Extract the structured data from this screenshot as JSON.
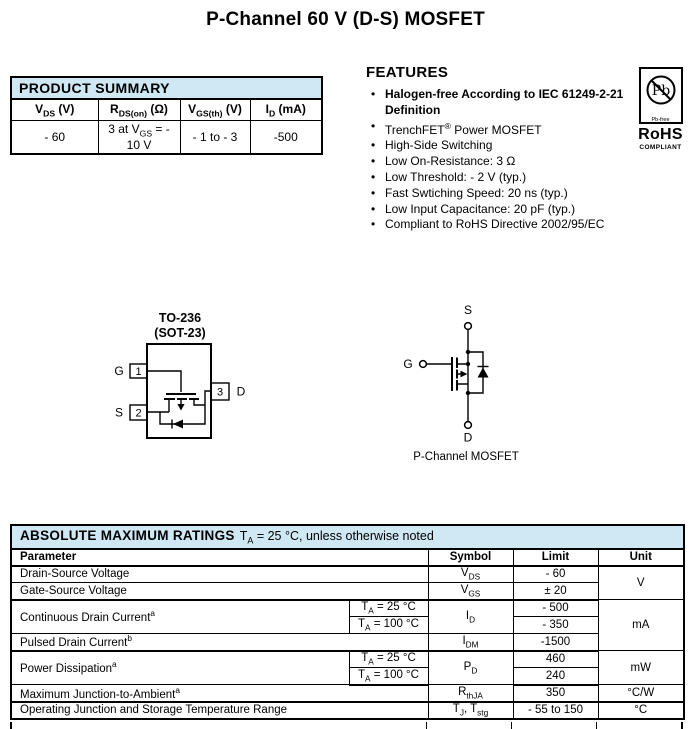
{
  "page": {
    "title": "P-Channel 60 V (D-S) MOSFET"
  },
  "colors": {
    "header_blue": "#cfe8f4",
    "border": "#000000",
    "text": "#000000"
  },
  "product_summary": {
    "title": "PRODUCT SUMMARY",
    "headers": [
      [
        {
          "t": "V",
          "b": true
        },
        {
          "sub": "DS",
          "b": true
        },
        {
          "t": " (V)",
          "b": true
        }
      ],
      [
        {
          "t": "R",
          "b": true
        },
        {
          "sub": "DS(on)",
          "b": true
        },
        {
          "t": " (Ω)",
          "b": true
        }
      ],
      [
        {
          "t": "V",
          "b": true
        },
        {
          "sub": "GS(th)",
          "b": true
        },
        {
          "t": " (V)",
          "b": true
        }
      ],
      [
        {
          "t": "I",
          "b": true
        },
        {
          "sub": "D",
          "b": true
        },
        {
          "t": " (mA)",
          "b": true
        }
      ]
    ],
    "values": [
      [
        {
          "t": "- 60"
        }
      ],
      [
        {
          "t": "3 at V"
        },
        {
          "sub": "GS"
        },
        {
          "t": " = - 10 V"
        }
      ],
      [
        {
          "t": "- 1 to - 3"
        }
      ],
      [
        {
          "t": "-500"
        }
      ]
    ]
  },
  "features": {
    "title": "FEATURES",
    "items": [
      {
        "segs": [
          {
            "t": "Halogen-free According to IEC 61249-2-21",
            "b": true
          },
          {
            "br": true
          },
          {
            "t": "Definition",
            "b": true
          }
        ]
      },
      {
        "segs": [
          {
            "t": "TrenchFET"
          },
          {
            "sup": "®"
          },
          {
            "t": " Power MOSFET"
          }
        ]
      },
      {
        "segs": [
          {
            "t": "High-Side Switching"
          }
        ]
      },
      {
        "segs": [
          {
            "t": "Low On-Resistance: 3 Ω"
          }
        ]
      },
      {
        "segs": [
          {
            "t": "Low Threshold: - 2 V (typ.)"
          }
        ]
      },
      {
        "segs": [
          {
            "t": "Fast Swtiching Speed: 20 ns (typ.)"
          }
        ]
      },
      {
        "segs": [
          {
            "t": "Low Input Capacitance: 20 pF (typ.)"
          }
        ]
      },
      {
        "segs": [
          {
            "t": "Compliant to RoHS Directive 2002/95/EC"
          }
        ]
      }
    ]
  },
  "badges": {
    "pb": "Pb",
    "pb_free": "Pb-free",
    "rohs": "RoHS",
    "compliant": "COMPLIANT"
  },
  "package": {
    "name_line1": "TO-236",
    "name_line2": "(SOT-23)",
    "pin1": "1",
    "pin2": "2",
    "pin3": "3",
    "gate": "G",
    "source": "S",
    "drain": "D"
  },
  "schematic": {
    "source": "S",
    "gate": "G",
    "drain": "D",
    "caption": "P-Channel MOSFET"
  },
  "abs_max": {
    "title_bold": "ABSOLUTE MAXIMUM RATINGS",
    "title_rest": [
      {
        "t": "T"
      },
      {
        "sub": "A"
      },
      {
        "t": " = 25 °C, unless otherwise noted"
      }
    ],
    "col_headers": {
      "parameter": "Parameter",
      "symbol": "Symbol",
      "limit": "Limit",
      "unit": "Unit"
    },
    "rows": {
      "r1": {
        "param": [
          {
            "t": "Drain-Source Voltage"
          }
        ],
        "sym": [
          {
            "t": "V"
          },
          {
            "sub": "DS"
          }
        ],
        "limit": [
          {
            "t": "- 60"
          }
        ],
        "unit": [
          {
            "t": "V"
          }
        ]
      },
      "r2": {
        "param": [
          {
            "t": "Gate-Source Voltage"
          }
        ],
        "sym": [
          {
            "t": "V"
          },
          {
            "sub": "GS"
          }
        ],
        "limit": [
          {
            "t": "± 20"
          }
        ]
      },
      "r3": {
        "param": [
          {
            "t": "Continuous Drain Current"
          },
          {
            "sup": "a"
          }
        ],
        "cond": [
          {
            "t": "T"
          },
          {
            "sub": "A"
          },
          {
            "t": " = 25 °C"
          }
        ],
        "sym": [
          {
            "t": "I"
          },
          {
            "sub": "D"
          }
        ],
        "limit": [
          {
            "t": "- 500"
          }
        ],
        "unit": [
          {
            "t": "mA"
          }
        ]
      },
      "r4": {
        "cond": [
          {
            "t": "T"
          },
          {
            "sub": "A"
          },
          {
            "t": " = 100 °C"
          }
        ],
        "limit": [
          {
            "t": "- 350"
          }
        ]
      },
      "r5": {
        "param": [
          {
            "t": "Pulsed Drain Current"
          },
          {
            "sup": "b"
          }
        ],
        "sym": [
          {
            "t": "I"
          },
          {
            "sub": "DM"
          }
        ],
        "limit": [
          {
            "t": "-1500"
          }
        ]
      },
      "r6": {
        "param": [
          {
            "t": "Power Dissipation"
          },
          {
            "sup": "a"
          }
        ],
        "cond": [
          {
            "t": "T"
          },
          {
            "sub": "A"
          },
          {
            "t": " = 25 °C"
          }
        ],
        "sym": [
          {
            "t": "P"
          },
          {
            "sub": "D"
          }
        ],
        "limit": [
          {
            "t": "460"
          }
        ],
        "unit": [
          {
            "t": "mW"
          }
        ]
      },
      "r7": {
        "cond": [
          {
            "t": "T"
          },
          {
            "sub": "A"
          },
          {
            "t": " = 100 °C"
          }
        ],
        "limit": [
          {
            "t": "240"
          }
        ]
      },
      "r8": {
        "param": [
          {
            "t": "Maximum Junction-to-Ambient"
          },
          {
            "sup": "a"
          }
        ],
        "sym": [
          {
            "t": "R"
          },
          {
            "sub": "thJA"
          }
        ],
        "limit": [
          {
            "t": "350"
          }
        ],
        "unit": [
          {
            "t": "°C/W"
          }
        ]
      },
      "r9": {
        "param": [
          {
            "t": "Operating Junction and Storage Temperature Range"
          }
        ],
        "sym": [
          {
            "t": "T"
          },
          {
            "sub": "J"
          },
          {
            "t": ", T"
          },
          {
            "sub": "stg"
          }
        ],
        "limit": [
          {
            "t": "- 55 to 150"
          }
        ],
        "unit": [
          {
            "t": "°C"
          }
        ]
      }
    }
  }
}
